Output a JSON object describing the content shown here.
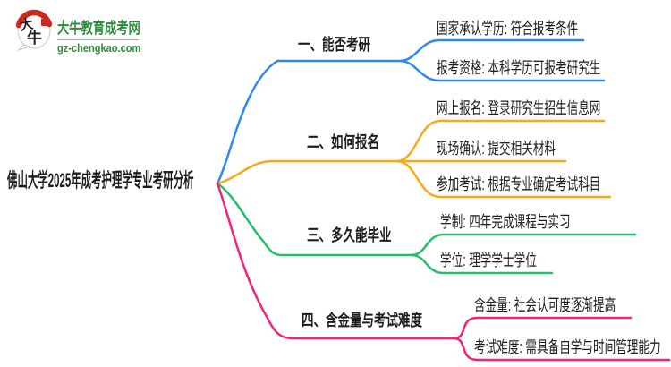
{
  "logo": {
    "icon": "dniu-bull-speech-bubble-icon",
    "icon_text_top": "大",
    "icon_text_bottom": "牛",
    "title": "大牛教育成考网",
    "url": "gz-chengkao.com",
    "brand_color": "#2E8B3B",
    "icon_accent_red": "#CD2A1E"
  },
  "root": {
    "label": "佛山大学2025年成考护理学专业考研分析"
  },
  "branches": [
    {
      "label": "一、能否考研",
      "color": "#2F87F2",
      "children": [
        "国家承认学历: 符合报考条件",
        "报考资格: 本科学历可报考研究生"
      ]
    },
    {
      "label": "二、如何报名",
      "color": "#F7A81B",
      "children": [
        "网上报名: 登录研究生招生信息网",
        "现场确认: 提交相关材料",
        "参加考试: 根据专业确定考试科目"
      ]
    },
    {
      "label": "三、多久能毕业",
      "color": "#23BF6A",
      "children": [
        "学制: 四年完成课程与实习",
        "学位: 理学学士学位"
      ]
    },
    {
      "label": "四、含金量与考试难度",
      "color": "#F5217D",
      "children": [
        "含金量: 社会认可度逐渐提高",
        "考试难度: 需具备自学与时间管理能力"
      ]
    }
  ]
}
